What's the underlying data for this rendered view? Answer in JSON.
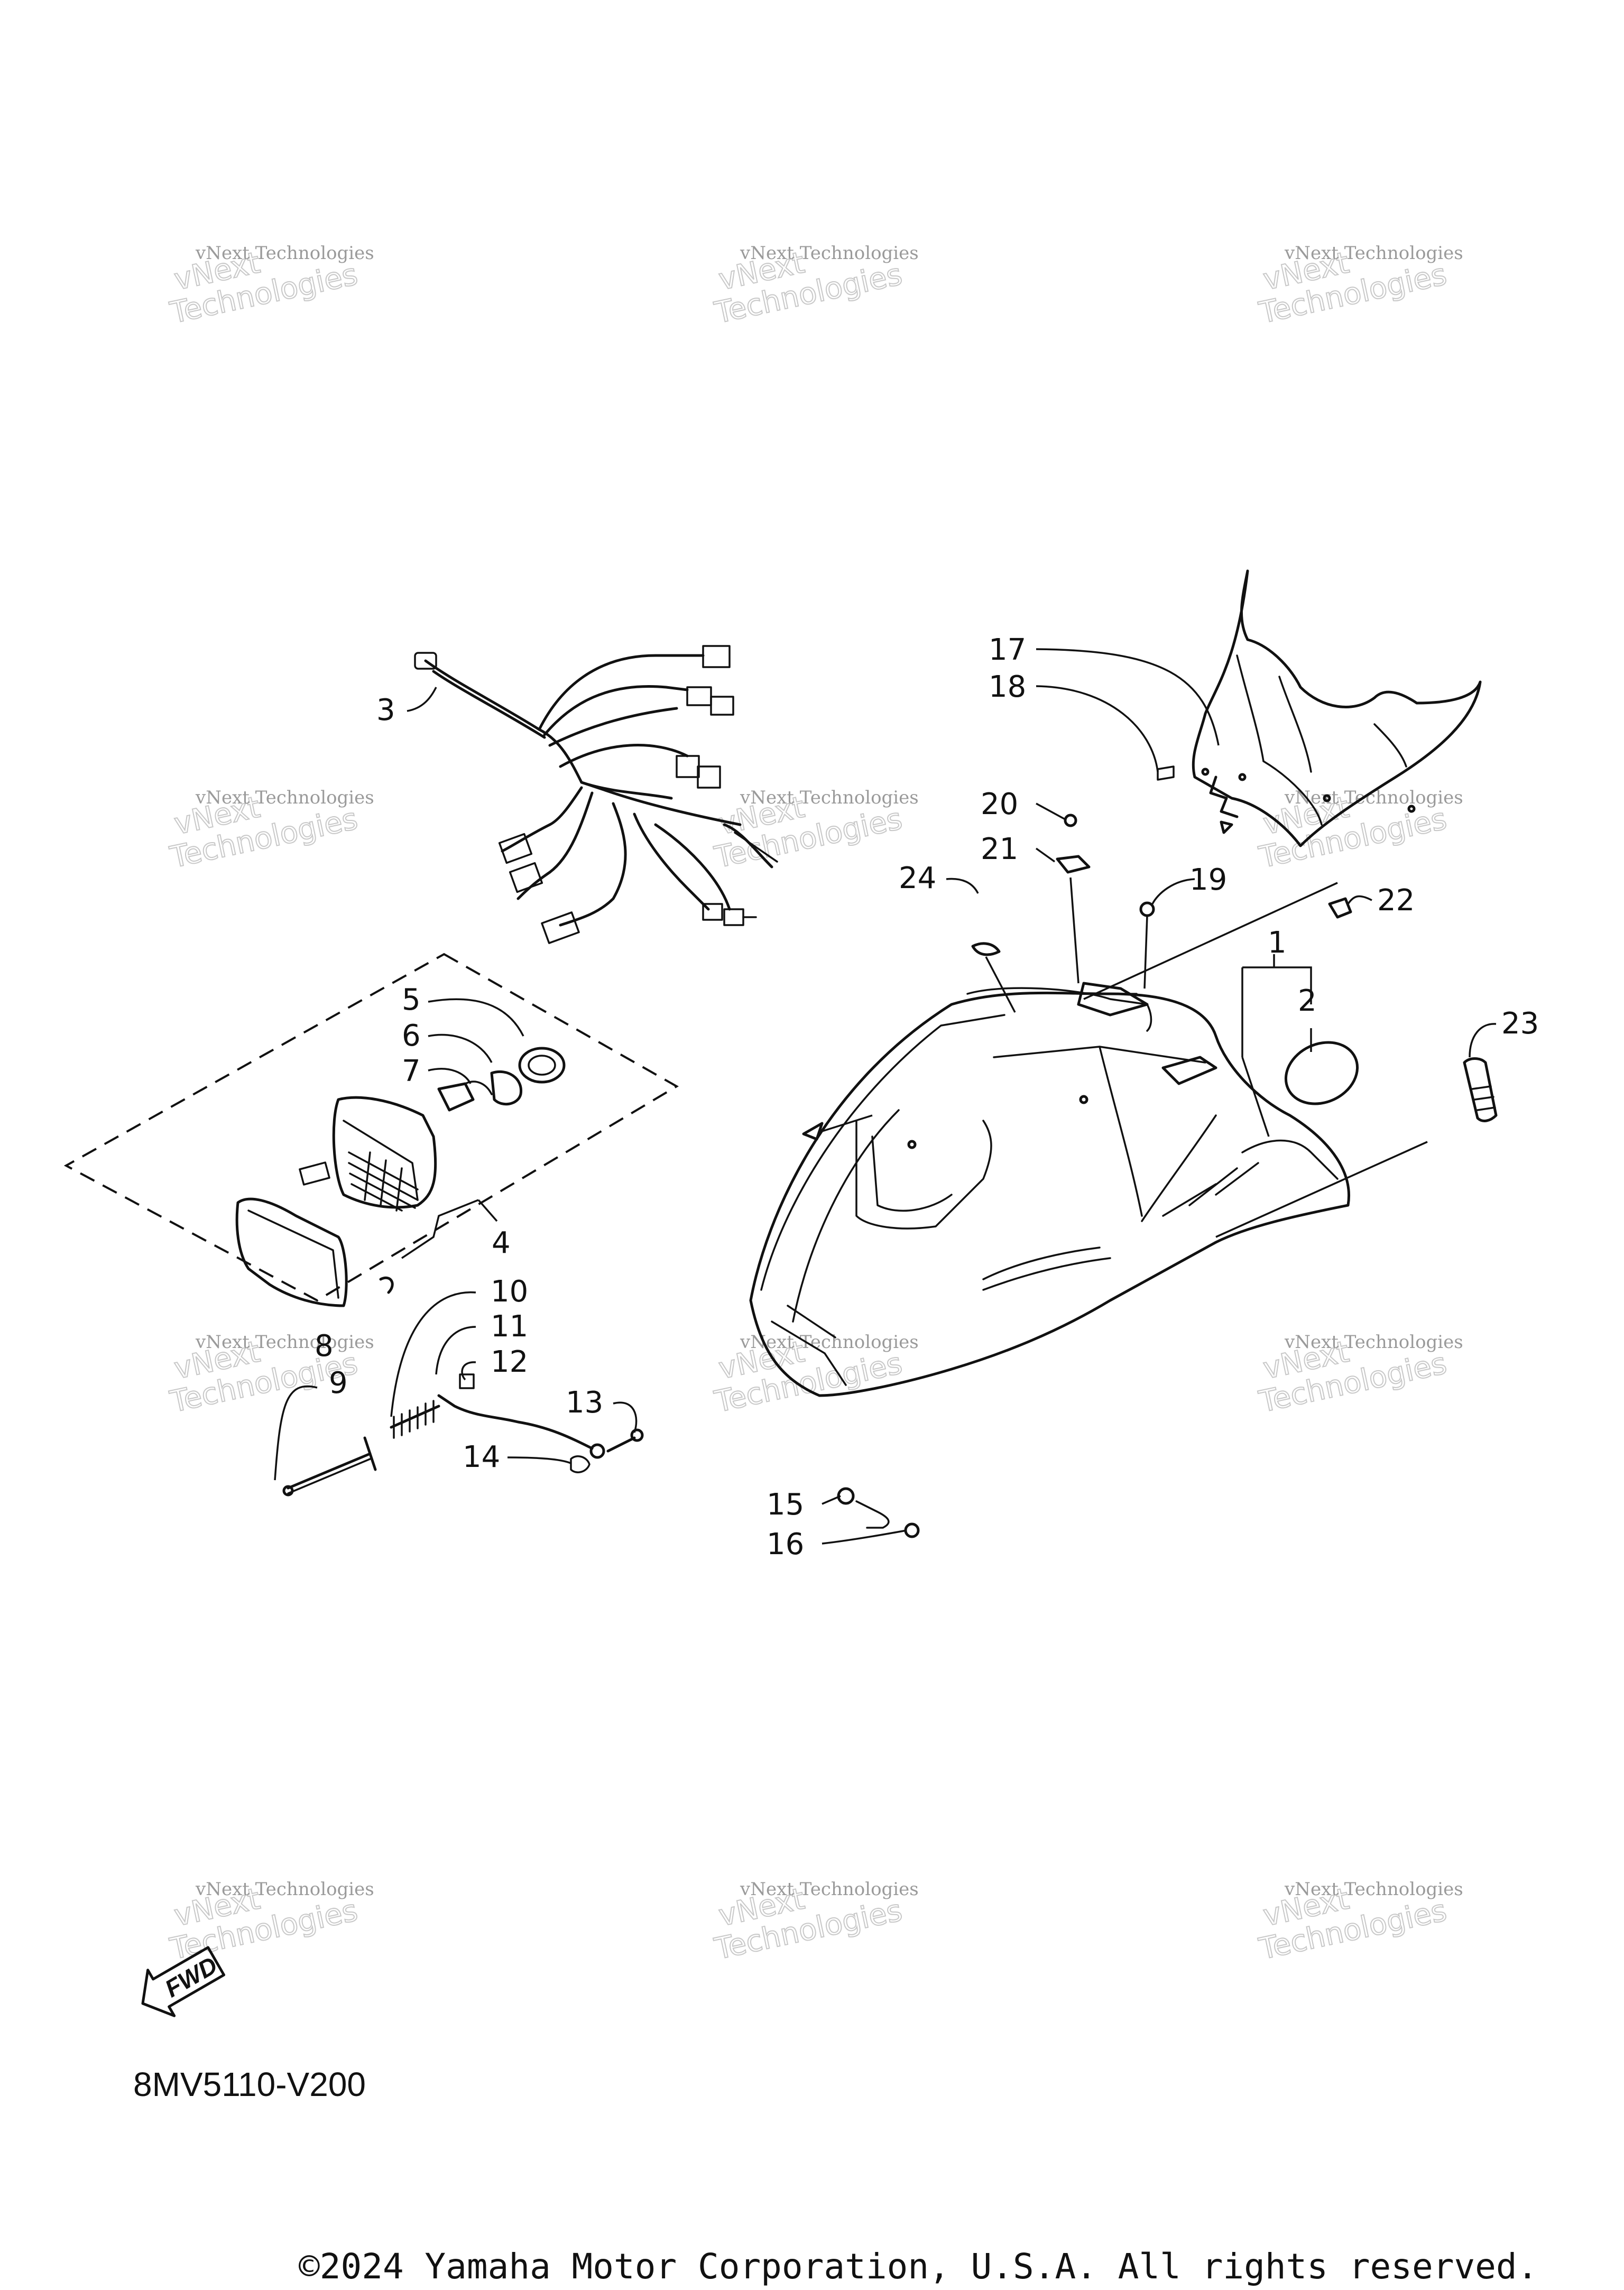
{
  "callouts": [
    "1",
    "2",
    "3",
    "4",
    "5",
    "6",
    "7",
    "8",
    "9",
    "10",
    "11",
    "12",
    "13",
    "14",
    "15",
    "16",
    "17",
    "18",
    "19",
    "20",
    "21",
    "22",
    "23",
    "24"
  ],
  "watermark": {
    "line1": "vNext Technologies",
    "line2": "vNext",
    "line3": "Technologies"
  },
  "fwd_label": "FWD",
  "diagram_code": "8MV5110-V200",
  "copyright": "©2024 Yamaha Motor Corporation, U.S.A. All rights reserved."
}
